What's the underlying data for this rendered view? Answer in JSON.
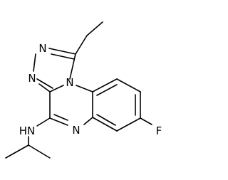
{
  "molecule": {
    "atoms": [
      {
        "id": "N1",
        "label": "N"
      },
      {
        "id": "N2",
        "label": "N"
      },
      {
        "id": "N3",
        "label": "N"
      },
      {
        "id": "N4",
        "label": "N"
      },
      {
        "id": "NH",
        "label": "HN"
      },
      {
        "id": "F",
        "label": "F"
      }
    ]
  },
  "colors": {
    "bond": "#000000",
    "label": "#000000",
    "background": "#ffffff"
  }
}
